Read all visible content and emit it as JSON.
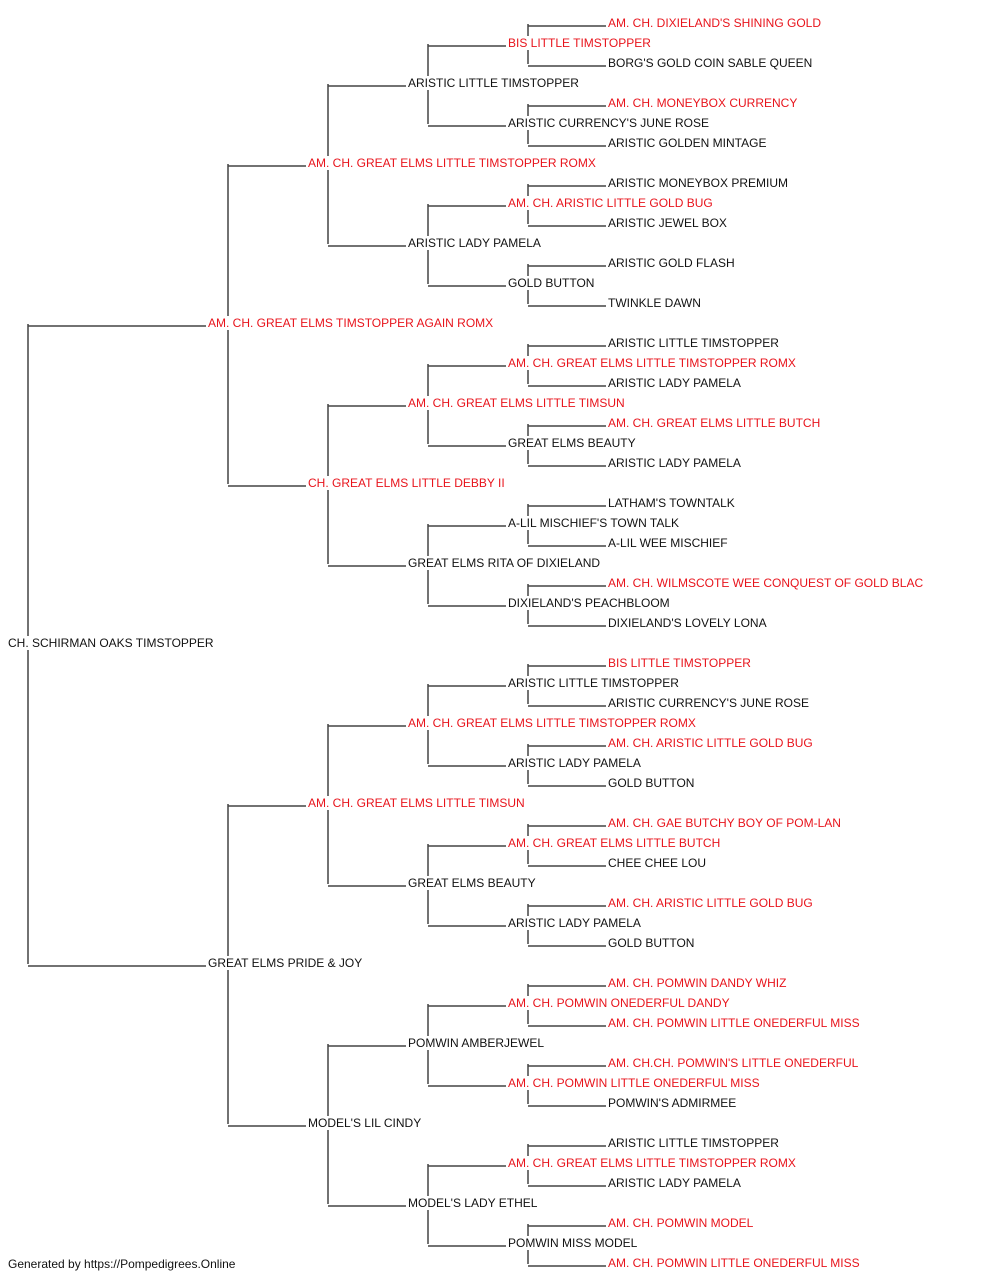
{
  "colors": {
    "champion": "#e8141c",
    "normal": "#111111",
    "line": "#444444"
  },
  "footer": "Generated by https://Pompedigrees.Online",
  "pedigree": {
    "name": "CH. SCHIRMAN OAKS TIMSTOPPER",
    "champion": false,
    "sire": {
      "name": "AM. CH. GREAT ELMS TIMSTOPPER AGAIN ROMX",
      "champion": true,
      "sire": {
        "name": "AM. CH. GREAT ELMS LITTLE TIMSTOPPER ROMX",
        "champion": true,
        "sire": {
          "name": "ARISTIC LITTLE TIMSTOPPER",
          "champion": false,
          "sire": {
            "name": "BIS LITTLE TIMSTOPPER",
            "champion": true,
            "sire": {
              "name": "AM. CH. DIXIELAND'S SHINING GOLD",
              "champion": true
            },
            "dam": {
              "name": "BORG'S GOLD COIN SABLE QUEEN",
              "champion": false
            }
          },
          "dam": {
            "name": "ARISTIC CURRENCY'S JUNE ROSE",
            "champion": false,
            "sire": {
              "name": "AM. CH. MONEYBOX CURRENCY",
              "champion": true
            },
            "dam": {
              "name": "ARISTIC GOLDEN MINTAGE",
              "champion": false
            }
          }
        },
        "dam": {
          "name": "ARISTIC LADY PAMELA",
          "champion": false,
          "sire": {
            "name": "AM. CH. ARISTIC LITTLE GOLD BUG",
            "champion": true,
            "sire": {
              "name": "ARISTIC MONEYBOX PREMIUM",
              "champion": false
            },
            "dam": {
              "name": "ARISTIC JEWEL BOX",
              "champion": false
            }
          },
          "dam": {
            "name": "GOLD BUTTON",
            "champion": false,
            "sire": {
              "name": "ARISTIC GOLD FLASH",
              "champion": false
            },
            "dam": {
              "name": "TWINKLE DAWN",
              "champion": false
            }
          }
        }
      },
      "dam": {
        "name": "CH. GREAT ELMS LITTLE DEBBY II",
        "champion": true,
        "sire": {
          "name": "AM. CH. GREAT ELMS LITTLE TIMSUN",
          "champion": true,
          "sire": {
            "name": "AM. CH. GREAT ELMS LITTLE TIMSTOPPER ROMX",
            "champion": true,
            "sire": {
              "name": "ARISTIC LITTLE TIMSTOPPER",
              "champion": false
            },
            "dam": {
              "name": "ARISTIC LADY PAMELA",
              "champion": false
            }
          },
          "dam": {
            "name": "GREAT ELMS BEAUTY",
            "champion": false,
            "sire": {
              "name": "AM. CH. GREAT ELMS LITTLE BUTCH",
              "champion": true
            },
            "dam": {
              "name": "ARISTIC LADY PAMELA",
              "champion": false
            }
          }
        },
        "dam": {
          "name": "GREAT ELMS RITA OF DIXIELAND",
          "champion": false,
          "sire": {
            "name": "A-LIL MISCHIEF'S TOWN TALK",
            "champion": false,
            "sire": {
              "name": "LATHAM'S TOWNTALK",
              "champion": false
            },
            "dam": {
              "name": "A-LIL WEE MISCHIEF",
              "champion": false
            }
          },
          "dam": {
            "name": "DIXIELAND'S PEACHBLOOM",
            "champion": false,
            "sire": {
              "name": "AM. CH. WILMSCOTE WEE CONQUEST OF GOLD BLAC",
              "champion": true
            },
            "dam": {
              "name": "DIXIELAND'S LOVELY LONA",
              "champion": false
            }
          }
        }
      }
    },
    "dam": {
      "name": "GREAT ELMS PRIDE & JOY",
      "champion": false,
      "sire": {
        "name": "AM. CH. GREAT ELMS LITTLE TIMSUN",
        "champion": true,
        "sire": {
          "name": "AM. CH. GREAT ELMS LITTLE TIMSTOPPER ROMX",
          "champion": true,
          "sire": {
            "name": "ARISTIC LITTLE TIMSTOPPER",
            "champion": false,
            "sire": {
              "name": "BIS LITTLE TIMSTOPPER",
              "champion": true
            },
            "dam": {
              "name": "ARISTIC CURRENCY'S JUNE ROSE",
              "champion": false
            }
          },
          "dam": {
            "name": "ARISTIC LADY PAMELA",
            "champion": false,
            "sire": {
              "name": "AM. CH. ARISTIC LITTLE GOLD BUG",
              "champion": true
            },
            "dam": {
              "name": "GOLD BUTTON",
              "champion": false
            }
          }
        },
        "dam": {
          "name": "GREAT ELMS BEAUTY",
          "champion": false,
          "sire": {
            "name": "AM. CH. GREAT ELMS LITTLE BUTCH",
            "champion": true,
            "sire": {
              "name": "AM. CH. GAE BUTCHY BOY OF POM-LAN",
              "champion": true
            },
            "dam": {
              "name": "CHEE CHEE LOU",
              "champion": false
            }
          },
          "dam": {
            "name": "ARISTIC LADY PAMELA",
            "champion": false,
            "sire": {
              "name": "AM. CH. ARISTIC LITTLE GOLD BUG",
              "champion": true
            },
            "dam": {
              "name": "GOLD BUTTON",
              "champion": false
            }
          }
        }
      },
      "dam": {
        "name": "MODEL'S LIL CINDY",
        "champion": false,
        "sire": {
          "name": "POMWIN AMBERJEWEL",
          "champion": false,
          "sire": {
            "name": "AM. CH. POMWIN ONEDERFUL DANDY",
            "champion": true,
            "sire": {
              "name": "AM. CH. POMWIN DANDY WHIZ",
              "champion": true
            },
            "dam": {
              "name": "AM. CH. POMWIN LITTLE ONEDERFUL MISS",
              "champion": true
            }
          },
          "dam": {
            "name": "AM. CH. POMWIN LITTLE ONEDERFUL MISS",
            "champion": true,
            "sire": {
              "name": "AM. CH.CH. POMWIN'S LITTLE ONEDERFUL",
              "champion": true
            },
            "dam": {
              "name": "POMWIN'S ADMIRMEE",
              "champion": false
            }
          }
        },
        "dam": {
          "name": "MODEL'S LADY ETHEL",
          "champion": false,
          "sire": {
            "name": "AM. CH. GREAT ELMS LITTLE TIMSTOPPER ROMX",
            "champion": true,
            "sire": {
              "name": "ARISTIC LITTLE TIMSTOPPER",
              "champion": false
            },
            "dam": {
              "name": "ARISTIC LADY PAMELA",
              "champion": false
            }
          },
          "dam": {
            "name": "POMWIN MISS MODEL",
            "champion": false,
            "sire": {
              "name": "AM. CH. POMWIN MODEL",
              "champion": true
            },
            "dam": {
              "name": "AM. CH. POMWIN LITTLE ONEDERFUL MISS",
              "champion": true
            }
          }
        }
      }
    }
  }
}
